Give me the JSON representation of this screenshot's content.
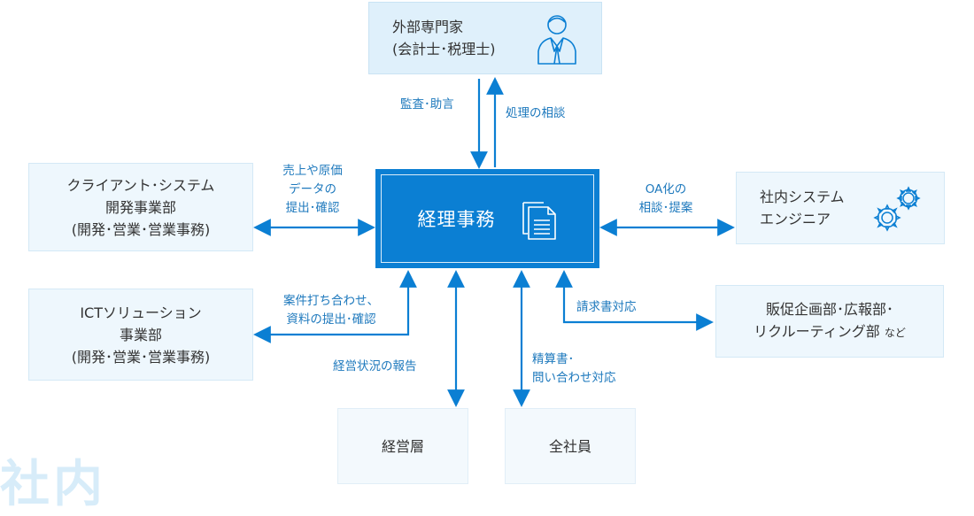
{
  "center": {
    "label": "経理事務",
    "icon": "document-icon"
  },
  "nodes": {
    "external_expert": {
      "line1": "外部専門家",
      "line2": "(会計士･税理士)",
      "icon": "person-icon"
    },
    "client_system": {
      "line1": "クライアント･システム",
      "line2": "開発事業部",
      "line3": "(開発･営業･営業事務)"
    },
    "ict_solution": {
      "line1": "ICTソリューション",
      "line2": "事業部",
      "line3": "(開発･営業･営業事務)"
    },
    "internal_engineer": {
      "line1": "社内システム",
      "line2": "エンジニア",
      "icon": "gears-icon"
    },
    "sales_pr": {
      "line1": "販促企画部･広報部･",
      "line2": "リクルーティング部",
      "suffix": "など"
    },
    "management": {
      "label": "経営層"
    },
    "all_staff": {
      "label": "全社員"
    }
  },
  "labels": {
    "audit": "監査･助言",
    "consult_processing": "処理の相談",
    "sales_data": [
      "売上や原価",
      "データの",
      "提出･確認"
    ],
    "oa": [
      "OA化の",
      "相談･提案"
    ],
    "project": [
      "案件打ち合わせ、",
      "資料の提出･確認"
    ],
    "management_report": "経営状況の報告",
    "settlement": [
      "精算書･",
      "問い合わせ対応"
    ],
    "billing": "請求書対応"
  },
  "watermark": "社内",
  "colors": {
    "accent": "#0b7fd3",
    "node_bg": "#eef7fd",
    "watermark": "#d7ecf9",
    "label": "#1e79bd"
  }
}
